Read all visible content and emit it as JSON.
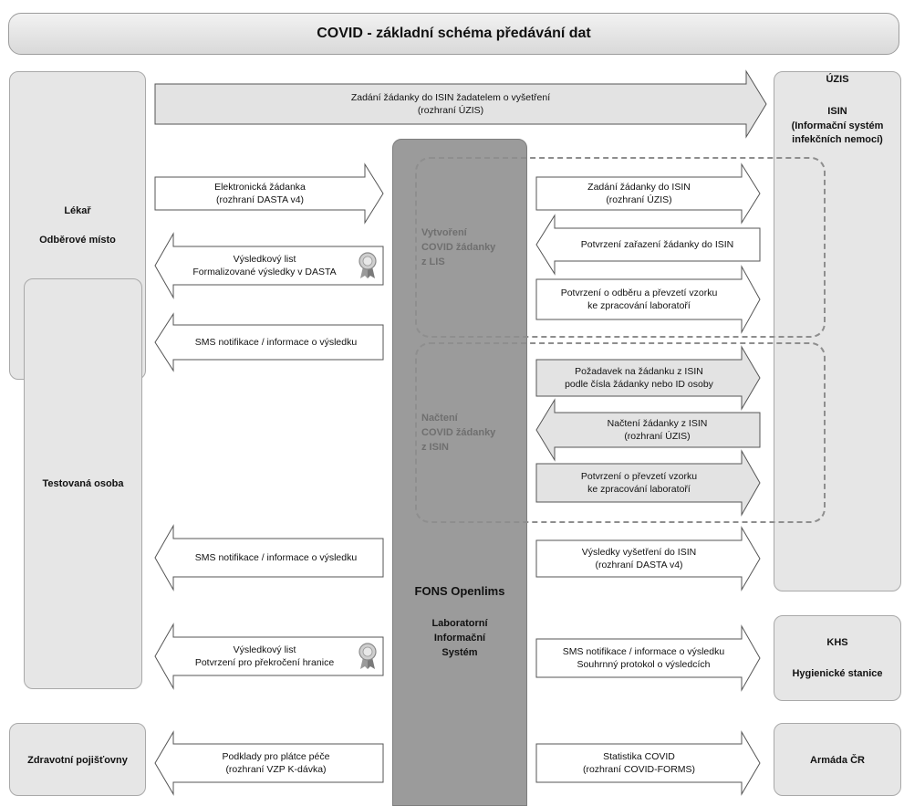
{
  "title": "COVID - základní schéma předávání dat",
  "boxes": {
    "lekar": "Lékař",
    "odberove": "Odběrové místo",
    "testovana": "Testovaná osoba",
    "zp": "Zdravotní pojišťovny",
    "uzis": "ÚZIS",
    "isin": "ISIN",
    "isin_full_1": "(Informační systém",
    "isin_full_2": "infekčních nemocí)",
    "khs": "KHS",
    "hygiena": "Hygienické stanice",
    "armada": "Armáda ČR"
  },
  "center": {
    "name": "FONS Openlims",
    "sub1": "Laboratorní",
    "sub2": "Informační",
    "sub3": "Systém"
  },
  "stages": {
    "vytvoreni_1": "Vytvoření",
    "vytvoreni_2": "COVID žádanky",
    "vytvoreni_3": "z LIS",
    "nacteni_1": "Načtení",
    "nacteni_2": "COVID žádanky",
    "nacteni_3": "z ISIN"
  },
  "arrows": {
    "a_top_1": "Zadání žádanky do ISIN žadatelem o vyšetření",
    "a_top_2": "(rozhraní ÚZIS)",
    "a_el_1": "Elektronická žádanka",
    "a_el_2": "(rozhraní DASTA v4)",
    "a_vl1_1": "Výsledkový list",
    "a_vl1_2": "Formalizované výsledky v DASTA",
    "a_sms1": "SMS notifikace / informace o výsledku",
    "a_sms2": "SMS notifikace / informace o výsledku",
    "a_vl2_1": "Výsledkový list",
    "a_vl2_2": "Potvrzení pro překročení hranice",
    "a_pp_1": "Podklady pro plátce péče",
    "a_pp_2": "(rozhraní VZP K-dávka)",
    "r_zad_1": "Zadání žádanky do ISIN",
    "r_zad_2": "(rozhraní ÚZIS)",
    "r_potv": "Potvrzení zařazení žádanky do ISIN",
    "r_odb_1": "Potvrzení o odběru a převzetí vzorku",
    "r_odb_2": "ke zpracování laboratoří",
    "r_poz_1": "Požadavek na žádanku z ISIN",
    "r_poz_2": "podle čísla žádanky nebo ID osoby",
    "r_nac_1": "Načtení žádanky z ISIN",
    "r_nac_2": "(rozhraní ÚZIS)",
    "r_prev_1": "Potvrzení o převzetí vzorku",
    "r_prev_2": "ke zpracování laboratoří",
    "r_vys_1": "Výsledky vyšetření do ISIN",
    "r_vys_2": "(rozhraní DASTA v4)",
    "r_sms_1": "SMS notifikace / informace o výsledku",
    "r_sms_2": "Souhrnný protokol o výsledcích",
    "r_stat_1": "Statistika COVID",
    "r_stat_2": "(rozhraní COVID-FORMS)"
  },
  "colors": {
    "box": "#e6e6e6",
    "center": "#9b9b9b",
    "arrow_fill": "#ffffff",
    "arrow_fill_gray": "#e3e3e3",
    "stage_text": "#6f6f6f"
  },
  "icons": {
    "medal": "award-medal-icon"
  }
}
